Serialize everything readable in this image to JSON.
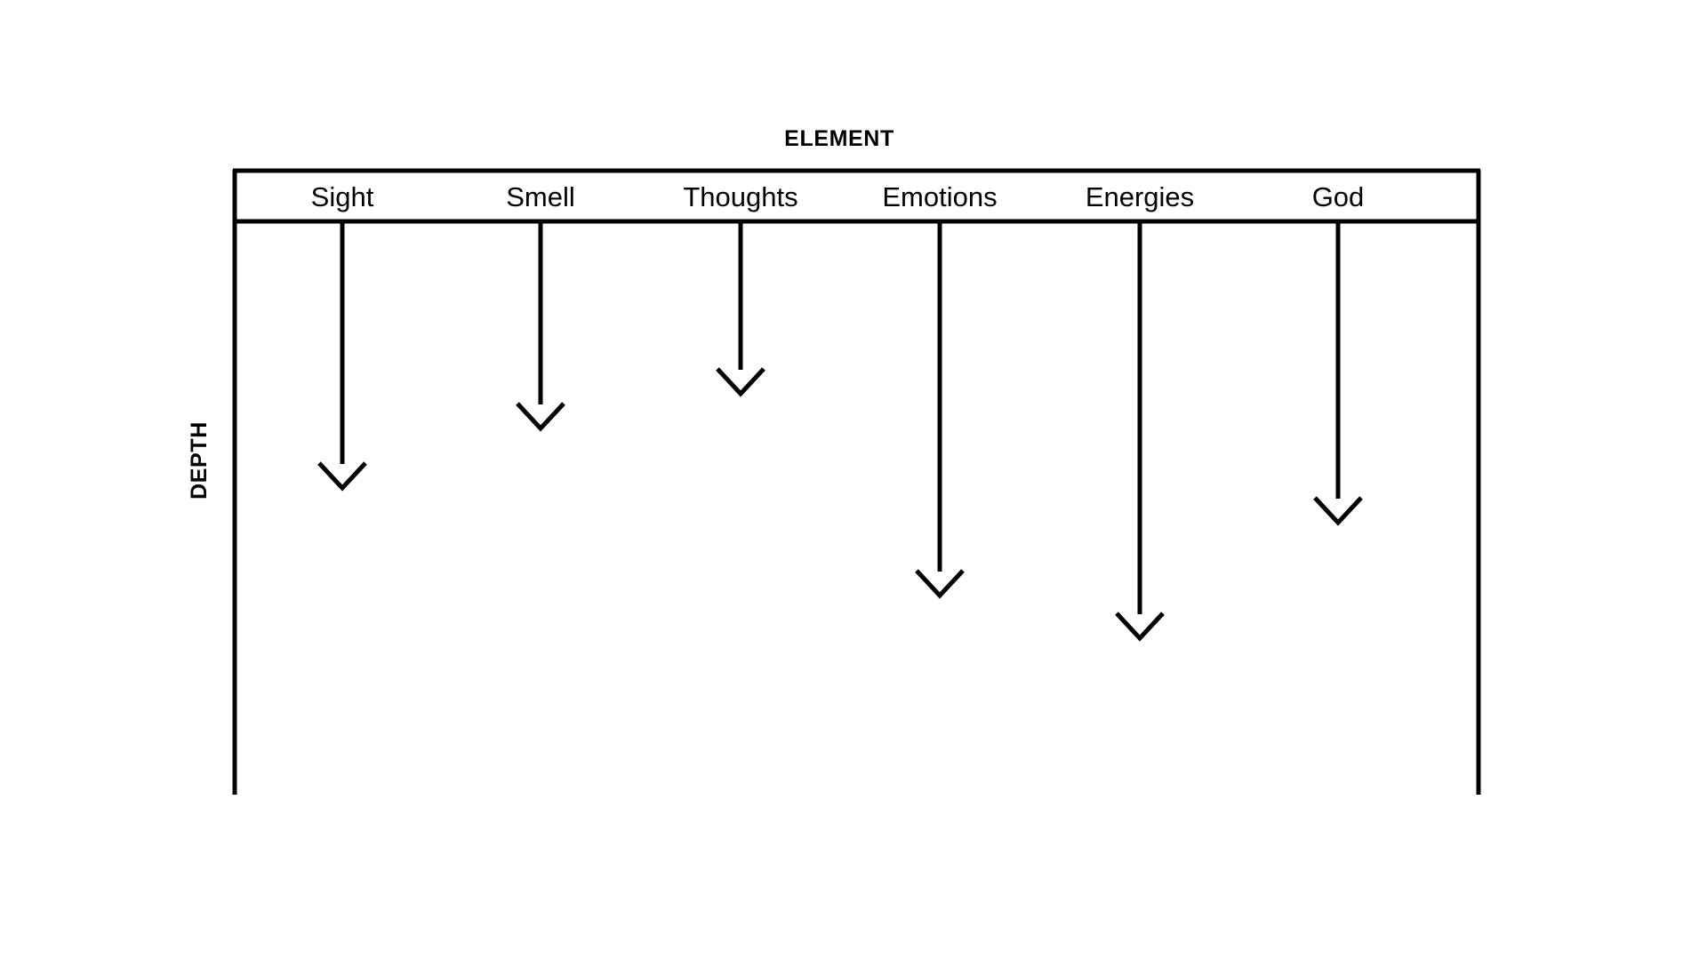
{
  "chart_data": {
    "type": "bar",
    "title": "ELEMENT",
    "xlabel": "ELEMENT",
    "ylabel": "DEPTH",
    "orientation": "downward-arrows",
    "grid": false,
    "legend": null,
    "categories": [
      "Sight",
      "Smell",
      "Thoughts",
      "Emotions",
      "Energies",
      "God"
    ],
    "values": [
      300,
      233,
      194,
      421,
      469,
      339
    ],
    "value_units": "pixels of depth below header",
    "ylim": [
      0,
      645
    ],
    "axis_direction": "increasing downward",
    "tick_labels": [],
    "annotations": [],
    "note": "Each category is drawn as a vertical line from the header bar ending in an open chevron arrowhead; line length encodes DEPTH."
  },
  "figure": {
    "top_title": "ELEMENT",
    "left_axis_title": "DEPTH",
    "columns": [
      {
        "label": "Sight",
        "depth": 300
      },
      {
        "label": "Smell",
        "depth": 233
      },
      {
        "label": "Thoughts",
        "depth": 194
      },
      {
        "label": "Emotions",
        "depth": 421
      },
      {
        "label": "Energies",
        "depth": 469
      },
      {
        "label": "God",
        "depth": 339
      }
    ],
    "colors": {
      "stroke": "#000000",
      "background": "#ffffff",
      "text": "#000000"
    }
  }
}
